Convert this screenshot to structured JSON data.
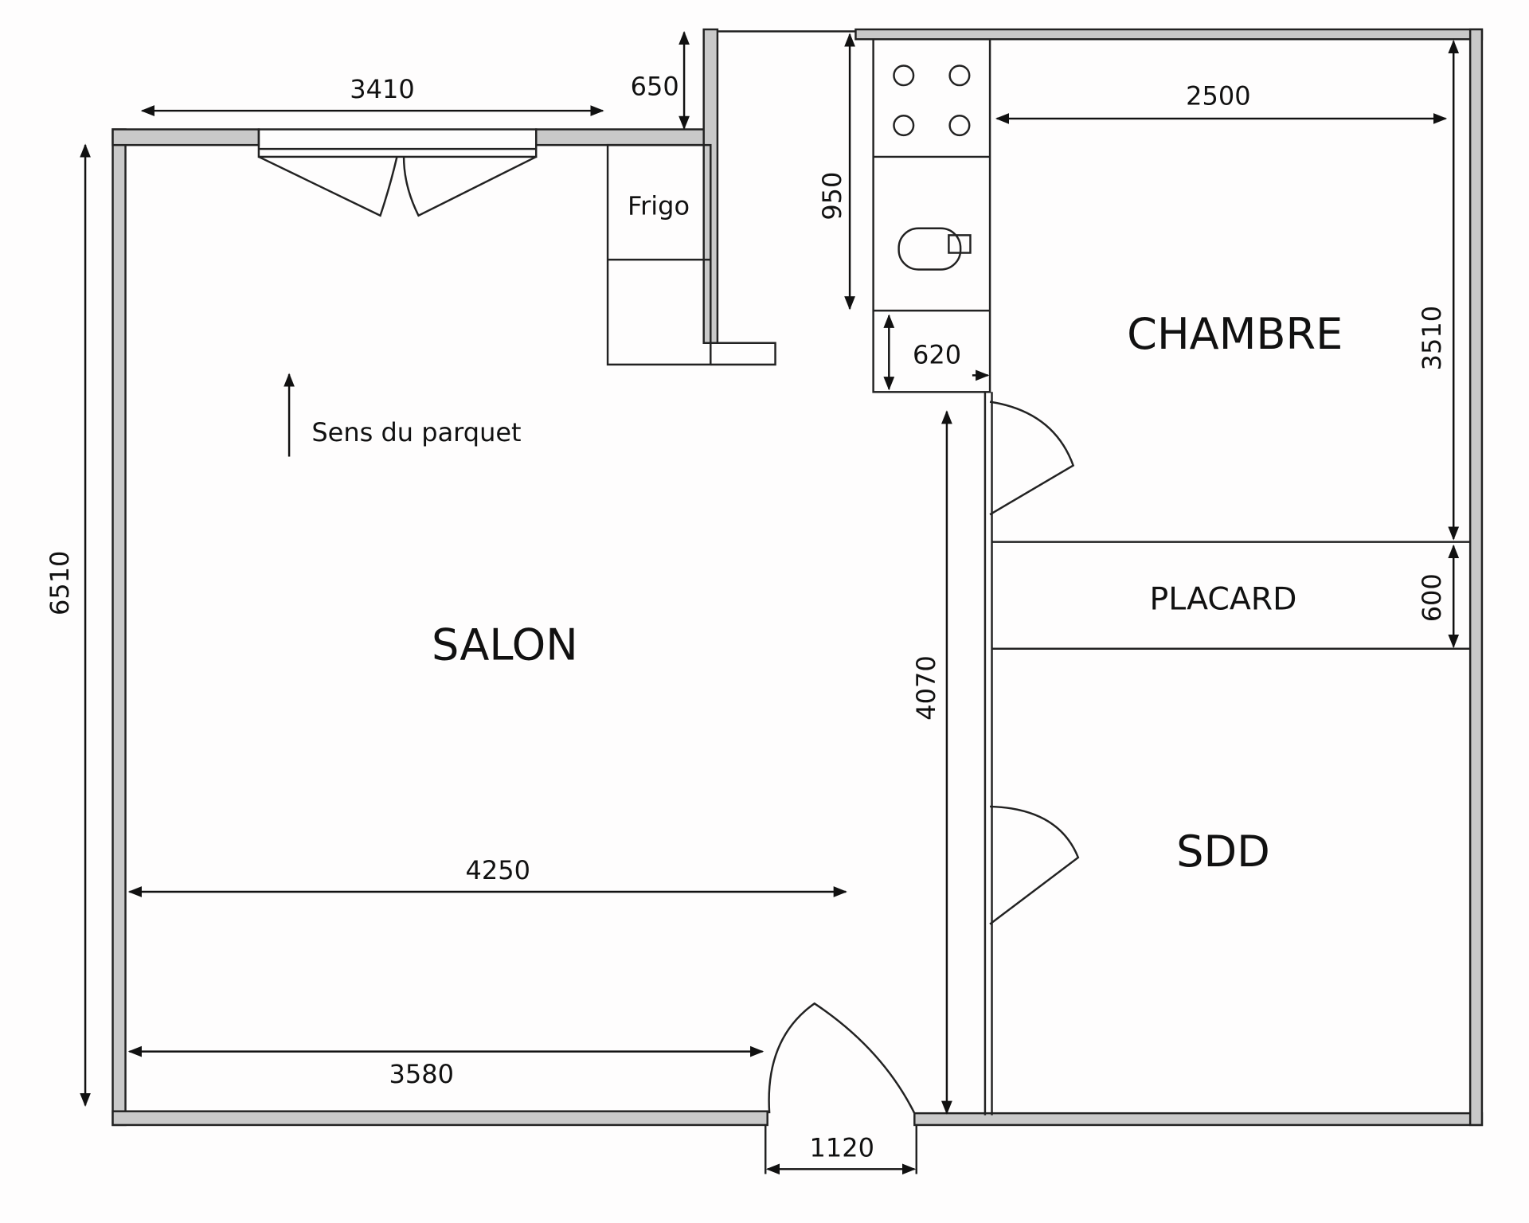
{
  "rooms": {
    "salon": "SALON",
    "chambre": "CHAMBRE",
    "placard": "PLACARD",
    "sdd": "SDD"
  },
  "fixtures": {
    "frigo": "Frigo"
  },
  "annotations": {
    "floor_direction": "Sens du parquet"
  },
  "dimensions": {
    "salon_top_width": "3410",
    "kitchen_wall_offset": "650",
    "kitchen_counter_length": "950",
    "counter_end": "620",
    "chambre_width": "2500",
    "chambre_depth": "3510",
    "placard_depth": "600",
    "salon_depth": "6510",
    "corridor_length": "4070",
    "salon_width": "4250",
    "salon_bottom_width": "3580",
    "entry_door": "1120"
  }
}
